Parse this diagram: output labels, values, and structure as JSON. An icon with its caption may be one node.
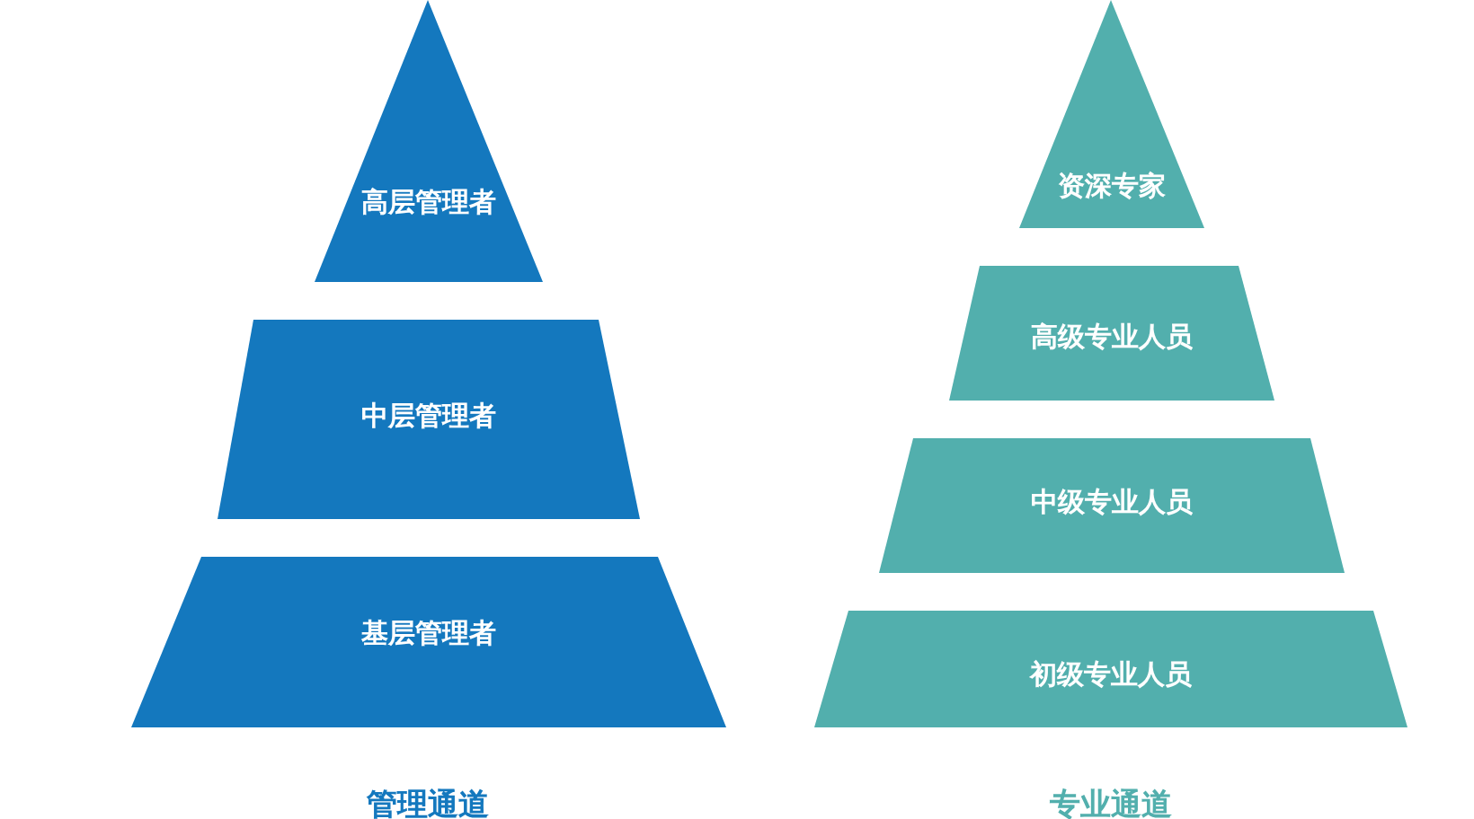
{
  "diagram": {
    "nodes": [
      {
        "text": [
          "高层管理者"
        ]
      },
      {
        "text": [
          "中层管理者"
        ]
      },
      {
        "text": [
          "基层管理者"
        ]
      },
      {
        "text": [
          "资深专家"
        ]
      },
      {
        "text": [
          "高级专业人员"
        ]
      },
      {
        "text": [
          "中级专业人员"
        ]
      },
      {
        "text": [
          "初级专业人员"
        ]
      }
    ],
    "labels": [
      "管理通道",
      "专业通道"
    ]
  }
}
